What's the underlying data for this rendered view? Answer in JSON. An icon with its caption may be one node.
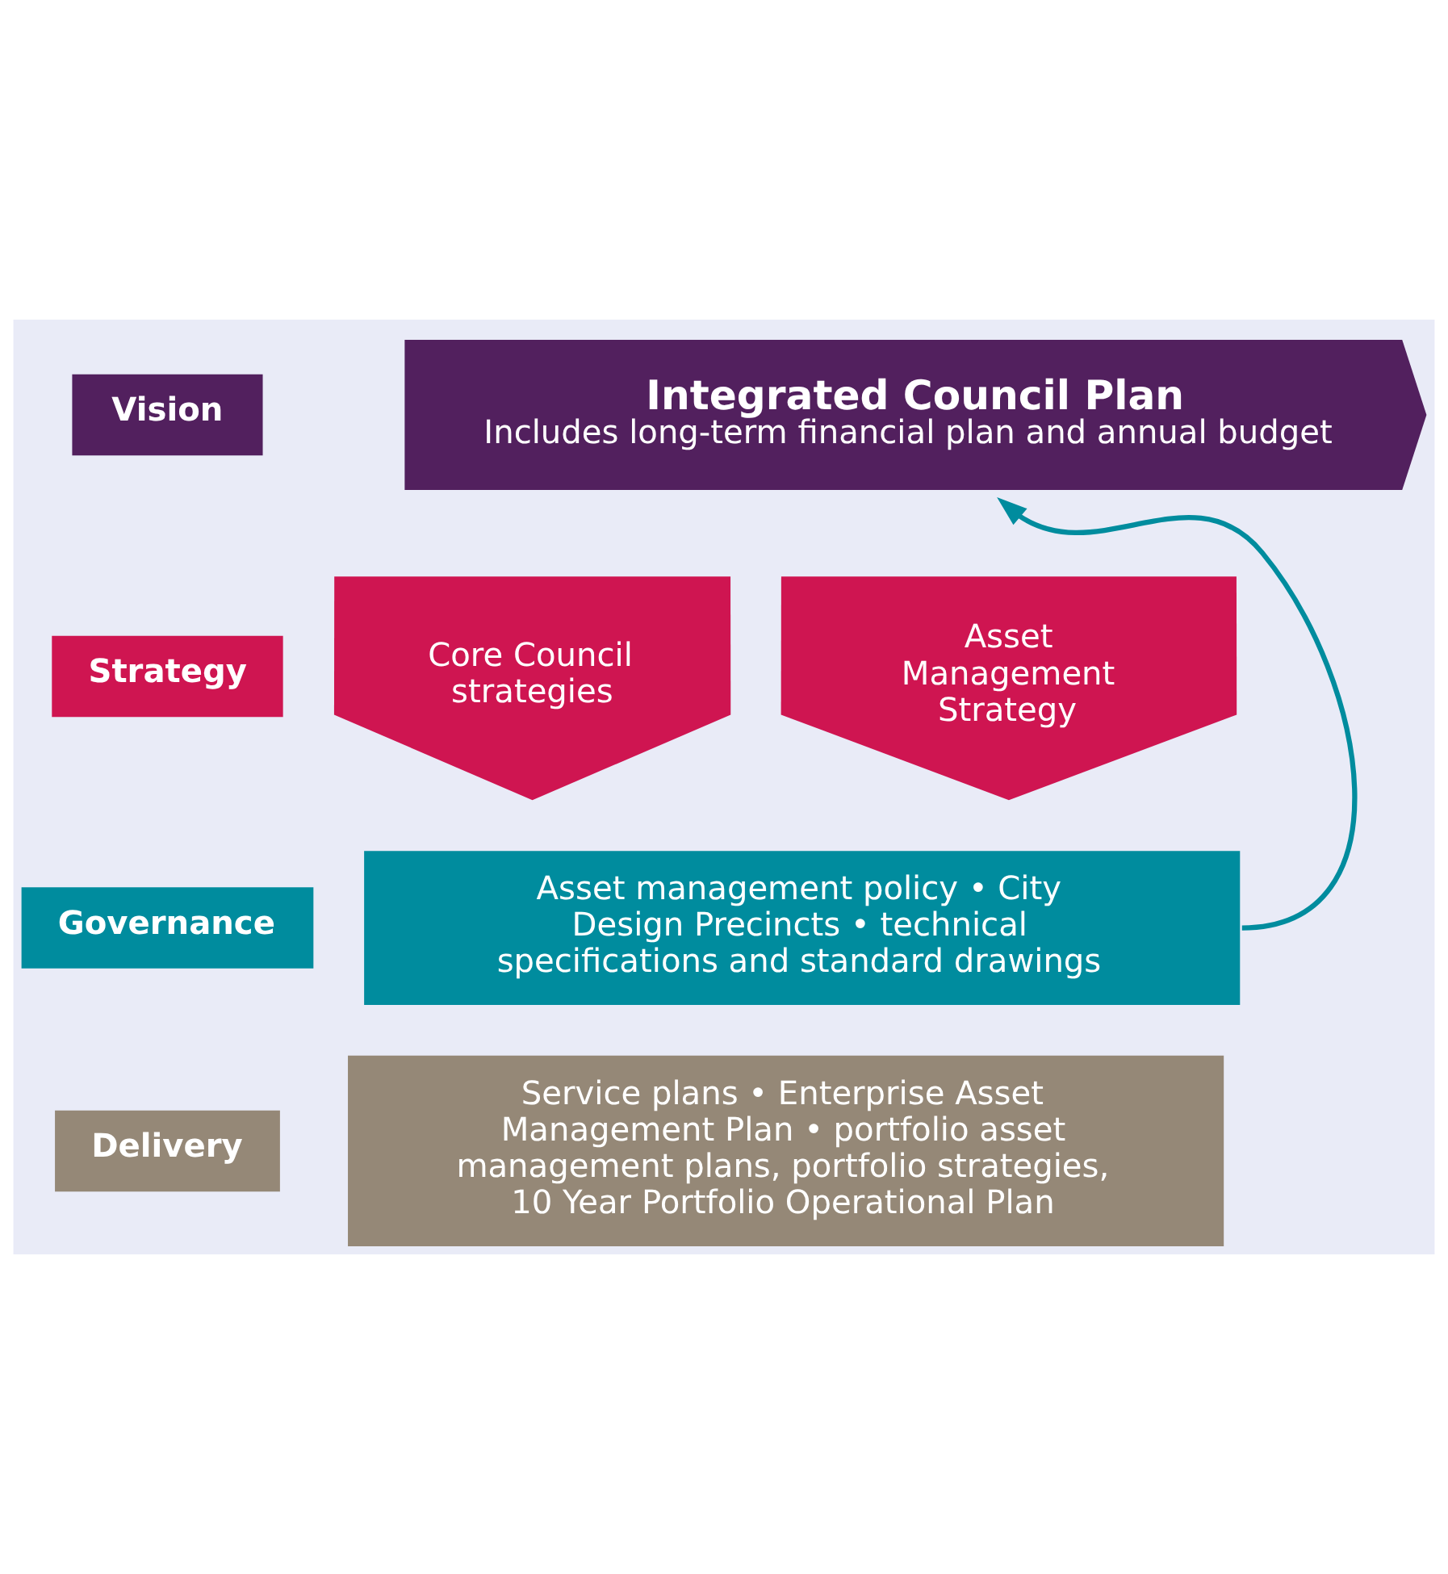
{
  "diagram": {
    "nodes": [
      {
        "text": [
          "Vision"
        ]
      },
      {
        "text": [
          "Integrated Council Plan",
          "Includes long-term financial plan and annual budget"
        ]
      },
      {
        "text": [
          "Strategy"
        ]
      },
      {
        "text": [
          "Core Council strategies"
        ]
      },
      {
        "text": [
          "Asset Management Strategy"
        ]
      },
      {
        "text": [
          "Governance"
        ]
      },
      {
        "text": [
          "Asset management policy • City Design Precincts • technical specifications and standard drawings"
        ]
      },
      {
        "text": [
          "Delivery"
        ]
      },
      {
        "text": [
          "Service plans • Enterprise Asset Management Plan • portfolio asset management plans, portfolio strategies, 10 Year Portfolio Operational Plan"
        ]
      }
    ],
    "edges": [
      {
        "from": 6,
        "to": 1,
        "arrow": "to"
      }
    ]
  }
}
